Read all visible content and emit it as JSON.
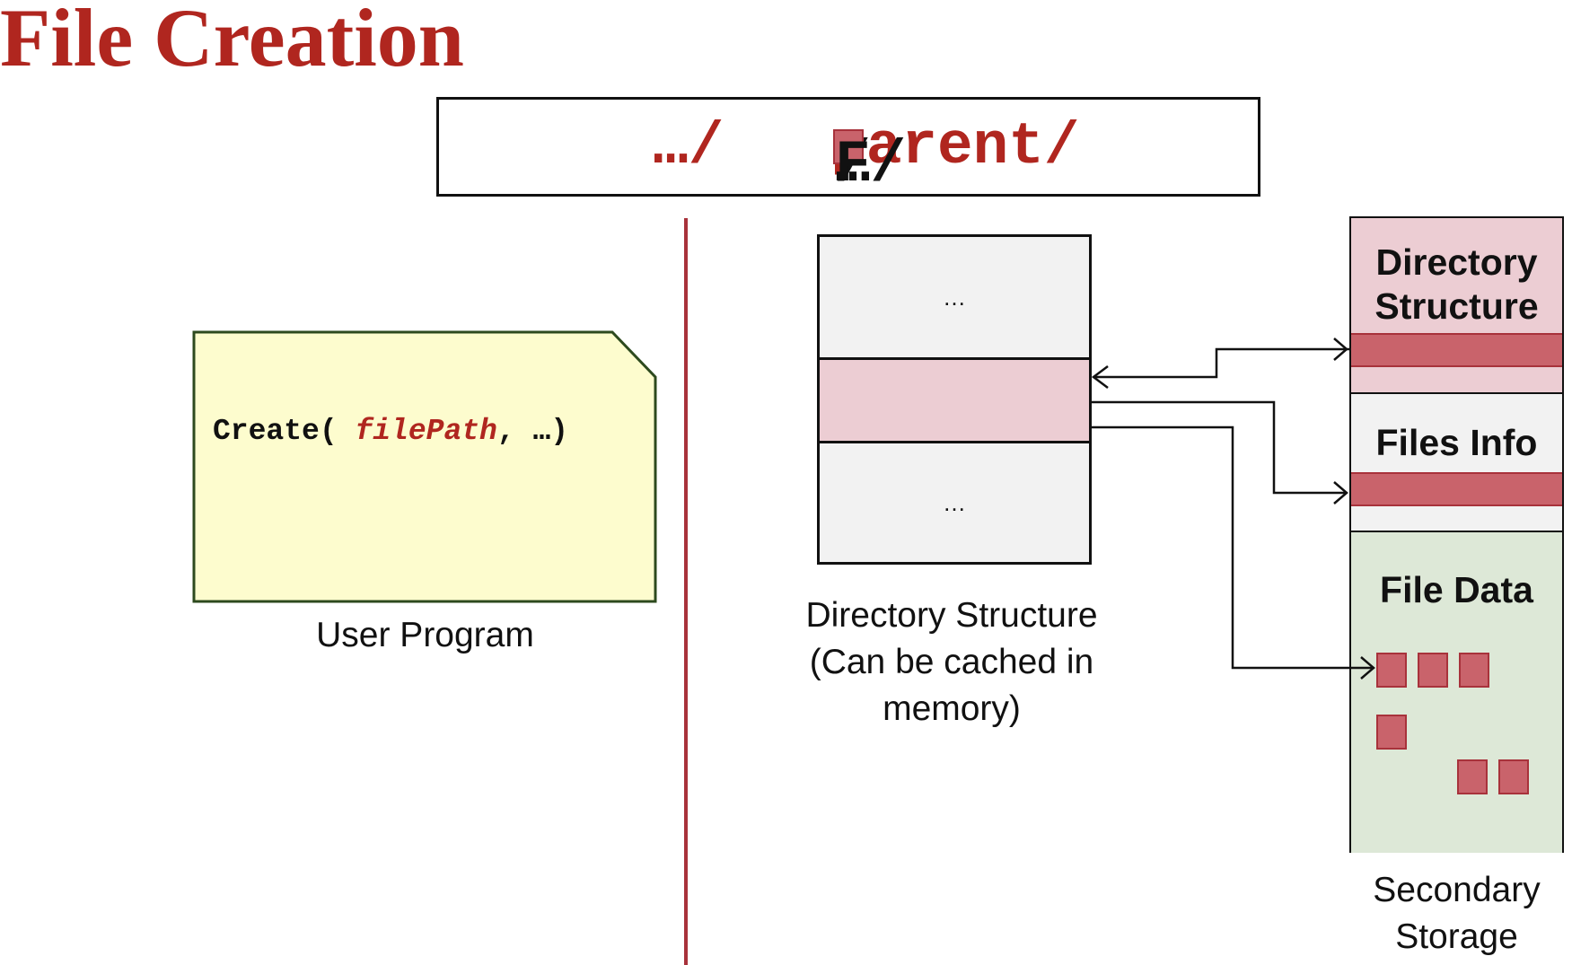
{
  "title": "File Creation",
  "path": {
    "root": "/",
    "seg1": "…/",
    "seg2": "…/",
    "parent": "parent/",
    "file": "F"
  },
  "user_program": {
    "code_func": "Create(",
    "code_arg": "filePath",
    "code_rest": ", …)",
    "label": "User Program"
  },
  "directory_memory": {
    "top_cell": "…",
    "bottom_cell": "…",
    "label_lines": [
      "Directory Structure",
      "(Can be cached in",
      "memory)"
    ]
  },
  "secondary_storage": {
    "dir_heading": [
      "Directory",
      "Structure"
    ],
    "files_heading": "Files Info",
    "data_heading": "File Data",
    "label_lines": [
      "Secondary",
      "Storage"
    ]
  },
  "colors": {
    "accent_red": "#b0261f",
    "pink_fill": "#eccdd3",
    "block_red": "#c9636b",
    "note_yellow": "#fdfcce",
    "storage_green": "#dde8d7"
  }
}
